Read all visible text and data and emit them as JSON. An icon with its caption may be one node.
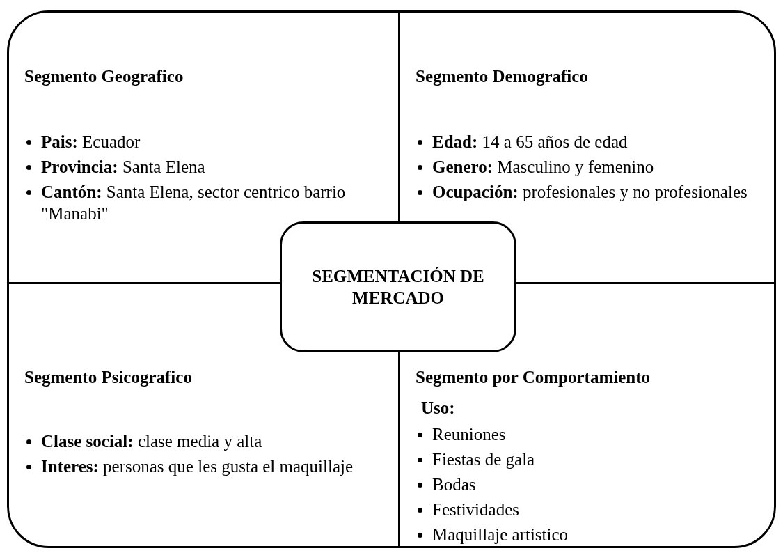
{
  "diagram": {
    "nodes": [
      {
        "text": [
          "Segmento Geografico",
          "**Pais:** Ecuador",
          "**Provincia:** Santa Elena",
          "**Cantón:** Santa Elena, sector centrico barrio \"Manabi\""
        ]
      },
      {
        "text": [
          "Segmento Demografico",
          "**Edad:** 14 a 65 años de edad",
          "**Genero:** Masculino y femenino",
          "**Ocupación:** profesionales y no profesionales"
        ]
      },
      {
        "text": [
          "Segmento Psicografico",
          "**Clase social:** clase media y alta",
          "**Interes:** personas que les gusta el maquillaje"
        ]
      },
      {
        "text": [
          "Segmento por Comportamiento",
          "Uso:",
          "Reuniones",
          "Fiestas de gala",
          "Bodas",
          "Festividades",
          "Maquillaje artistico"
        ]
      },
      {
        "text": [
          "SEGMENTACIÓN DE MERCADO"
        ]
      }
    ]
  }
}
